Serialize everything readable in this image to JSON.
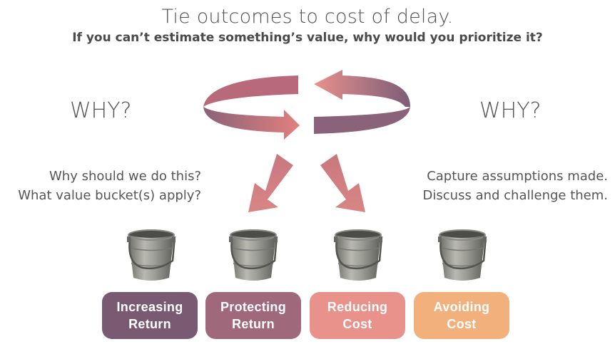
{
  "title": "Tie outcomes to cost of delay.",
  "subtitle": "If you can’t estimate something’s value, why would you prioritize it?",
  "why_left": "WHY?",
  "why_right": "WHY?",
  "note_left": {
    "line1": "Why should we do this?",
    "line2": "What value bucket(s) apply?"
  },
  "note_right": {
    "line1": "Capture assumptions made.",
    "line2": "Discuss and challenge them."
  },
  "buckets": [
    {
      "line1": "Increasing",
      "line2": "Return",
      "color": "#7a5a73"
    },
    {
      "line1": "Protecting",
      "line2": "Return",
      "color": "#a0687b"
    },
    {
      "line1": "Reducing",
      "line2": "Cost",
      "color": "#e8928b"
    },
    {
      "line1": "Avoiding",
      "line2": "Cost",
      "color": "#f1b07c"
    }
  ],
  "icons": {
    "cycle": "cycle-arrows-icon",
    "down_arrow": "down-arrow-icon",
    "bucket": "bucket-icon"
  }
}
